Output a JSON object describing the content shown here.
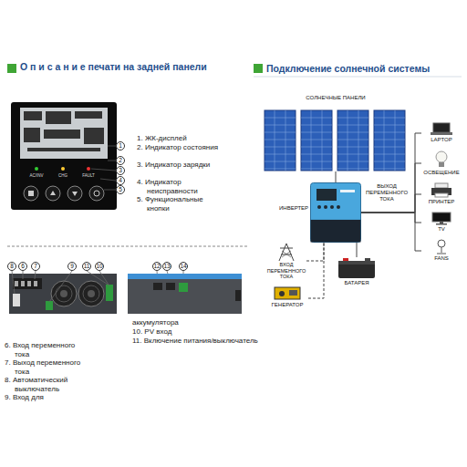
{
  "diagram": {
    "nodes": [
      {
        "text": [
          "СОЛНЕЧНЫЕ ПАНЕЛИ"
        ]
      },
      {
        "text": [
          "ИНВЕРТЕР"
        ]
      },
      {
        "text": [
          "LAPTOP"
        ]
      },
      {
        "text": [
          "ОСВЕЩЕНИЕ"
        ]
      },
      {
        "text": [
          "ПРИНТЕР"
        ]
      },
      {
        "text": [
          "TV"
        ]
      },
      {
        "text": [
          "FANS"
        ]
      },
      {
        "text": [
          "ВХОД ПЕРЕМЕННОГО ТОКА"
        ]
      },
      {
        "text": [
          "ГЕНЕРАТОР"
        ]
      },
      {
        "text": [
          "БАТАРЕЯ"
        ]
      }
    ],
    "edges": [
      {
        "from": 0,
        "to": 1,
        "arrow": "none"
      },
      {
        "from": 1,
        "to": 2,
        "arrow": "none"
      },
      {
        "from": 1,
        "to": 3,
        "arrow": "none"
      },
      {
        "from": 1,
        "to": 4,
        "arrow": "none"
      },
      {
        "from": 1,
        "to": 5,
        "arrow": "none"
      },
      {
        "from": 1,
        "to": 6,
        "arrow": "none"
      },
      {
        "from": 7,
        "to": 1,
        "arrow": "none"
      },
      {
        "from": 8,
        "to": 1,
        "arrow": "none"
      },
      {
        "from": 9,
        "to": 1,
        "arrow": "none"
      }
    ],
    "labels": [
      "О п и с а н и е  печати на задней панели",
      "Подключение солнечной системы",
      "AC/INV",
      "CHG",
      "FAULT",
      "1",
      "2",
      "3",
      "4",
      "5",
      "1. ЖК-дисплей",
      "2. Индикатор состояния",
      "3. Индикатор зарядки",
      "4. Индикатор неисправности",
      "5. Функциональные кнопки",
      "ВЫХОД ПЕРЕМЕННОГО ТОКА",
      "8",
      "6",
      "7",
      "9",
      "11",
      "10",
      "12",
      "13",
      "14",
      "аккумулятора",
      "10. PV вход",
      "11. Включение питания/выключатель",
      "6. Вход переменного тока",
      "7. Выход переменного тока",
      "8. Автоматический выключатель",
      "9. Вход для"
    ]
  }
}
